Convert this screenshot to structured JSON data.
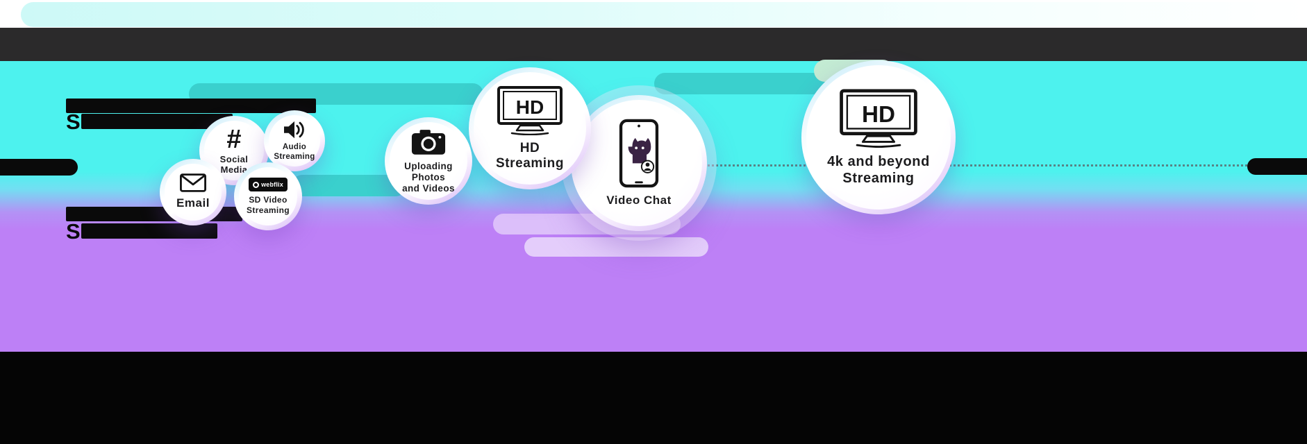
{
  "colors": {
    "background_cyan": "#4df2ee",
    "background_purple": "#bd80f6",
    "top_dark_bar": "#2b2a2b",
    "bottom_bar": "#050505",
    "teal_pill": "#3ad0cd",
    "green_pill": "#c3ebd3",
    "lavender_pill": "#dcbffa",
    "bubble_rim_blue": "#bfeafa",
    "bubble_rim_purple": "#d6b8f6",
    "label_text": "#1c1c1e"
  },
  "redacted": {
    "letter": "S"
  },
  "bubbles": [
    {
      "name": "email",
      "label_lines": [
        "Email"
      ]
    },
    {
      "name": "social-media",
      "icon_glyph": "#",
      "label_lines": [
        "Social",
        "Media"
      ]
    },
    {
      "name": "audio-streaming",
      "label_lines": [
        "Audio",
        "Streaming"
      ]
    },
    {
      "name": "sd-video-streaming",
      "badge_text": "webflix",
      "label_lines": [
        "SD Video",
        "Streaming"
      ]
    },
    {
      "name": "uploading-photos-and-videos",
      "label_lines": [
        "Uploading Photos",
        "and Videos"
      ]
    },
    {
      "name": "hd-streaming",
      "tv_text": "HD",
      "label_lines": [
        "HD",
        "Streaming"
      ]
    },
    {
      "name": "video-chat",
      "label_lines": [
        "Video Chat"
      ]
    },
    {
      "name": "4k-and-beyond-streaming",
      "tv_text": "HD",
      "label_lines": [
        "4k and beyond",
        "Streaming"
      ]
    }
  ]
}
